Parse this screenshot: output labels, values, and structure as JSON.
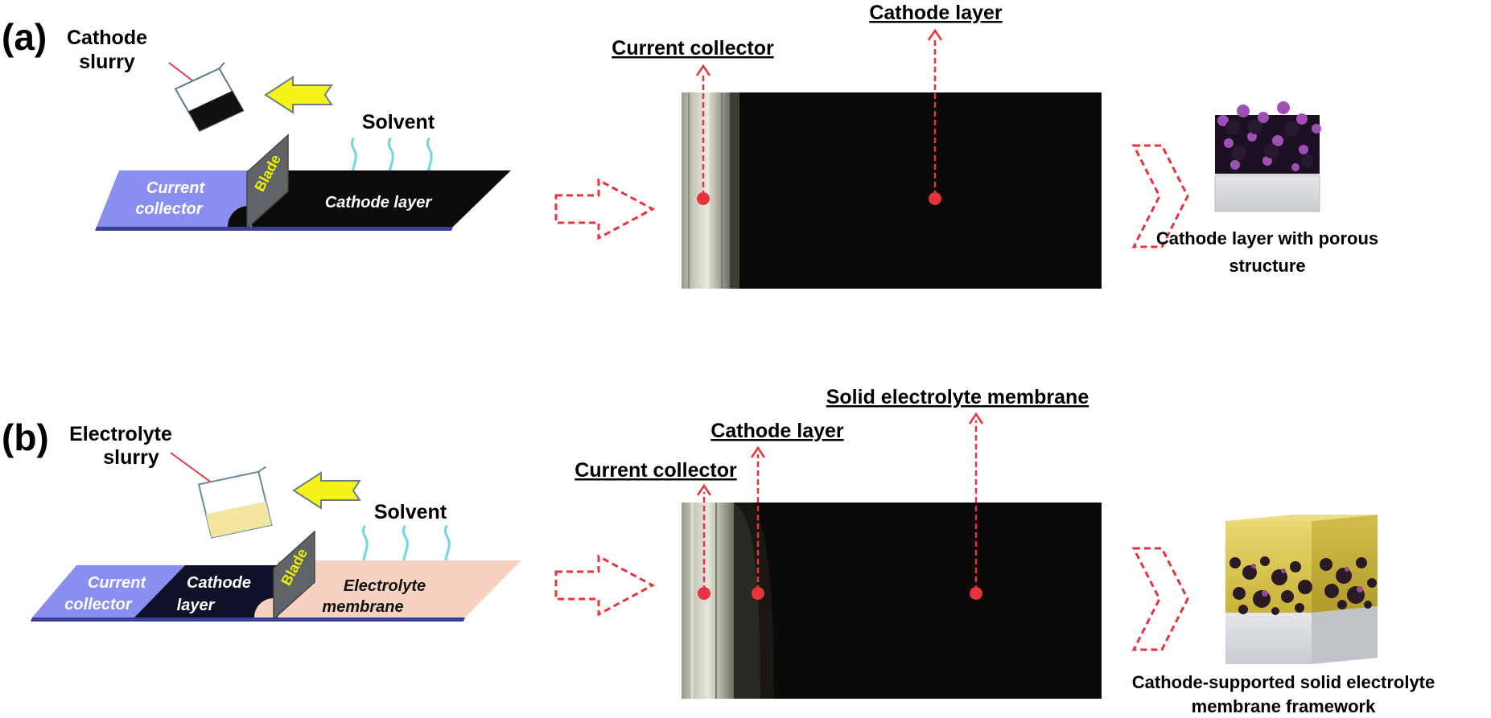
{
  "panel_a": {
    "label": "(a)",
    "slurry_label_1": "Cathode",
    "slurry_label_2": "slurry",
    "solvent": "Solvent",
    "blade": "Blade",
    "current_collector_1": "Current",
    "current_collector_2": "collector",
    "cathode_layer": "Cathode layer",
    "photo_label_cc": "Current  collector",
    "photo_label_cathode": "Cathode layer",
    "result_caption_1": "Cathode layer with porous",
    "result_caption_2": "structure"
  },
  "panel_b": {
    "label": "(b)",
    "slurry_label_1": "Electrolyte",
    "slurry_label_2": "slurry",
    "solvent": "Solvent",
    "blade": "Blade",
    "current_collector_1": "Current",
    "current_collector_2": "collector",
    "cathode_layer_1": "Cathode",
    "cathode_layer_2": "layer",
    "membrane_1": "Electrolyte",
    "membrane_2": "membrane",
    "photo_label_cc": "Current  collector",
    "photo_label_cathode": "Cathode layer",
    "photo_label_membrane": "Solid electrolyte membrane",
    "result_caption_1": "Cathode-supported solid electrolyte",
    "result_caption_2": "membrane framework"
  },
  "colors": {
    "collector_blue": "#8a8ef0",
    "cathode_black": "#0b0b0b",
    "membrane_peach": "#f7d2c0",
    "blade_gray": "#5f6468",
    "arrow_yellow": "#f5f31a",
    "dashed_red": "#e8323c",
    "vapor_cyan": "#6fd6e6",
    "electrolyte_yellow": "#d8c24a"
  }
}
